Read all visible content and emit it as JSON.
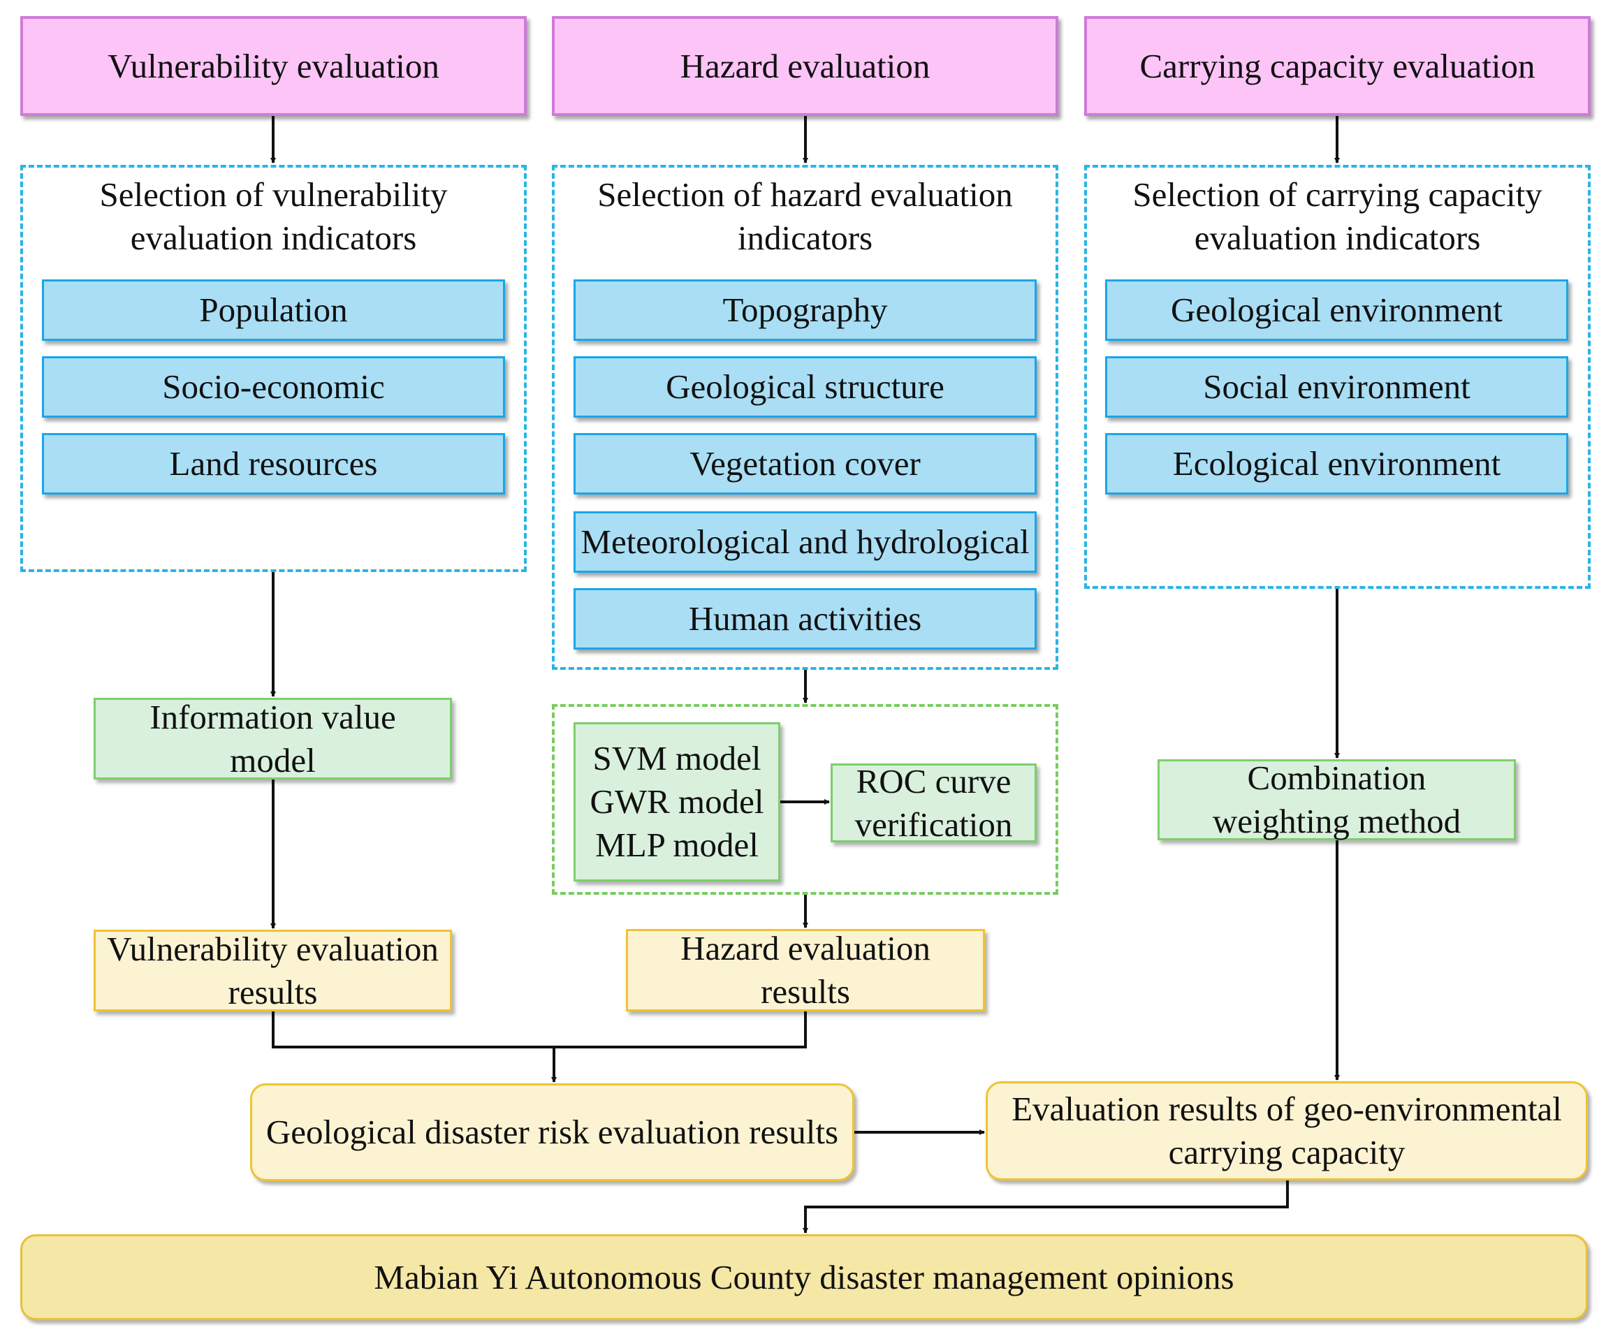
{
  "columns": {
    "vulnerability": {
      "header": "Vulnerability evaluation",
      "selection_title": [
        "Selection of vulnerability",
        "evaluation indicators"
      ],
      "indicators": [
        "Population",
        "Socio-economic",
        "Land resources"
      ],
      "model": [
        "Information value",
        "model"
      ],
      "results": [
        "Vulnerability evaluation",
        "results"
      ]
    },
    "hazard": {
      "header": "Hazard evaluation",
      "selection_title": [
        "Selection of hazard evaluation",
        "indicators"
      ],
      "indicators": [
        "Topography",
        "Geological structure",
        "Vegetation cover",
        "Meteorological and hydrological",
        "Human activities"
      ],
      "models": [
        "SVM model",
        "GWR model",
        "MLP model"
      ],
      "verification": [
        "ROC curve",
        "verification"
      ],
      "results": [
        "Hazard evaluation",
        "results"
      ]
    },
    "carrying_capacity": {
      "header": "Carrying capacity evaluation",
      "selection_title": [
        "Selection of carrying capacity",
        "evaluation indicators"
      ],
      "indicators": [
        "Geological environment",
        "Social environment",
        "Ecological environment"
      ],
      "method": [
        "Combination",
        "weighting method"
      ]
    }
  },
  "risk_results": "Geological disaster risk evaluation results",
  "geo_env_results": [
    "Evaluation results of geo-environmental",
    "carrying capacity"
  ],
  "final": "Mabian Yi Autonomous County disaster management opinions",
  "colors": {
    "header_fill": "#fdc4f7",
    "header_border": "#d07ad9",
    "indicator_fill": "#a9def5",
    "indicator_border": "#1aa6e8",
    "dashed_blue": "#29b4e8",
    "dashed_green": "#79cc62",
    "model_fill": "#d8f0dc",
    "result_fill": "#fbf3d2",
    "result_border": "#f1c232",
    "final_fill": "#f5e7a6"
  }
}
